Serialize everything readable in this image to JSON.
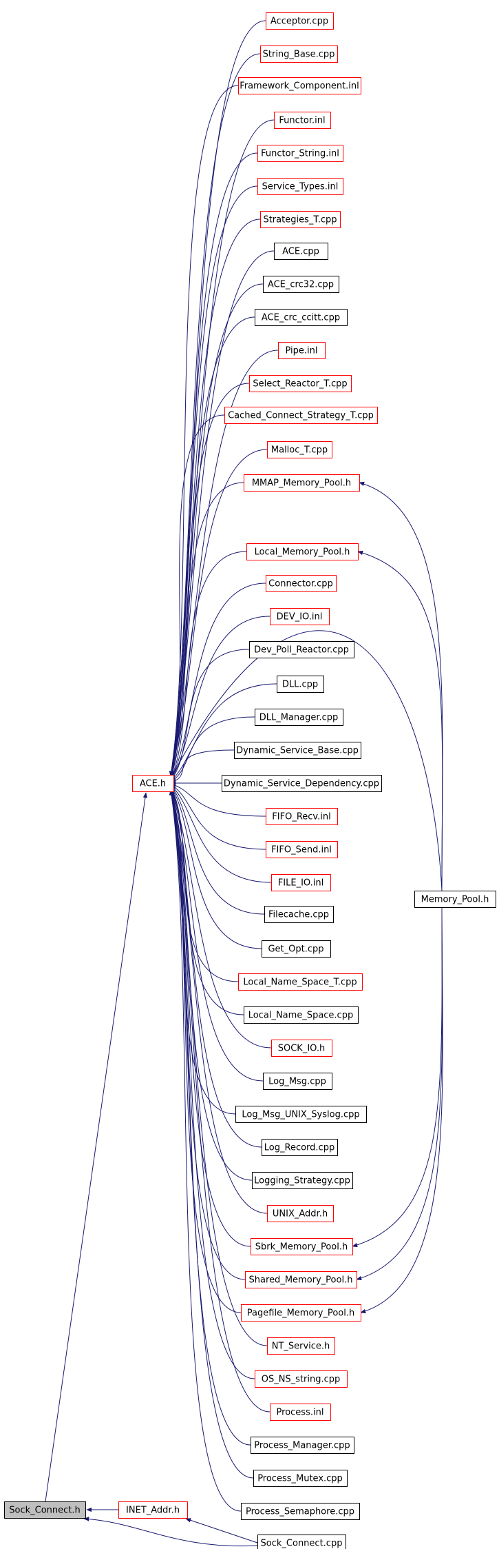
{
  "colors": {
    "background": "#ffffff",
    "edge": "#191970",
    "node_border_default": "#000000",
    "node_border_truncated": "#ff0000",
    "node_fill_default": "#ffffff",
    "node_fill_focus": "#bfbfbf"
  },
  "nodes": [
    {
      "id": "acceptor",
      "label": "Acceptor.cpp",
      "border": "red"
    },
    {
      "id": "string-base",
      "label": "String_Base.cpp",
      "border": "red"
    },
    {
      "id": "framework-component",
      "label": "Framework_Component.inl",
      "border": "red"
    },
    {
      "id": "functor",
      "label": "Functor.inl",
      "border": "red"
    },
    {
      "id": "functor-string",
      "label": "Functor_String.inl",
      "border": "red"
    },
    {
      "id": "service-types",
      "label": "Service_Types.inl",
      "border": "red"
    },
    {
      "id": "strategies-t",
      "label": "Strategies_T.cpp",
      "border": "red"
    },
    {
      "id": "ace-cpp",
      "label": "ACE.cpp",
      "border": "black"
    },
    {
      "id": "ace-crc32",
      "label": "ACE_crc32.cpp",
      "border": "black"
    },
    {
      "id": "ace-crc-ccitt",
      "label": "ACE_crc_ccitt.cpp",
      "border": "black"
    },
    {
      "id": "pipe",
      "label": "Pipe.inl",
      "border": "red"
    },
    {
      "id": "select-reactor-t",
      "label": "Select_Reactor_T.cpp",
      "border": "red"
    },
    {
      "id": "cached-connect",
      "label": "Cached_Connect_Strategy_T.cpp",
      "border": "red"
    },
    {
      "id": "malloc-t",
      "label": "Malloc_T.cpp",
      "border": "red"
    },
    {
      "id": "mmap-memory-pool",
      "label": "MMAP_Memory_Pool.h",
      "border": "red"
    },
    {
      "id": "local-memory-pool",
      "label": "Local_Memory_Pool.h",
      "border": "red"
    },
    {
      "id": "connector",
      "label": "Connector.cpp",
      "border": "red"
    },
    {
      "id": "dev-io",
      "label": "DEV_IO.inl",
      "border": "red"
    },
    {
      "id": "dev-poll-reactor",
      "label": "Dev_Poll_Reactor.cpp",
      "border": "black"
    },
    {
      "id": "dll",
      "label": "DLL.cpp",
      "border": "black"
    },
    {
      "id": "dll-manager",
      "label": "DLL_Manager.cpp",
      "border": "black"
    },
    {
      "id": "dynamic-service-base",
      "label": "Dynamic_Service_Base.cpp",
      "border": "black"
    },
    {
      "id": "ace-h",
      "label": "ACE.h",
      "border": "red"
    },
    {
      "id": "dynamic-service-dependency",
      "label": "Dynamic_Service_Dependency.cpp",
      "border": "black"
    },
    {
      "id": "fifo-recv",
      "label": "FIFO_Recv.inl",
      "border": "red"
    },
    {
      "id": "fifo-send",
      "label": "FIFO_Send.inl",
      "border": "red"
    },
    {
      "id": "file-io",
      "label": "FILE_IO.inl",
      "border": "red"
    },
    {
      "id": "filecache",
      "label": "Filecache.cpp",
      "border": "black"
    },
    {
      "id": "memory-pool",
      "label": "Memory_Pool.h",
      "border": "black"
    },
    {
      "id": "get-opt",
      "label": "Get_Opt.cpp",
      "border": "black"
    },
    {
      "id": "local-name-space-t",
      "label": "Local_Name_Space_T.cpp",
      "border": "red"
    },
    {
      "id": "local-name-space",
      "label": "Local_Name_Space.cpp",
      "border": "black"
    },
    {
      "id": "sock-io",
      "label": "SOCK_IO.h",
      "border": "red"
    },
    {
      "id": "log-msg",
      "label": "Log_Msg.cpp",
      "border": "black"
    },
    {
      "id": "log-msg-unix-syslog",
      "label": "Log_Msg_UNIX_Syslog.cpp",
      "border": "black"
    },
    {
      "id": "log-record",
      "label": "Log_Record.cpp",
      "border": "black"
    },
    {
      "id": "logging-strategy",
      "label": "Logging_Strategy.cpp",
      "border": "black"
    },
    {
      "id": "unix-addr",
      "label": "UNIX_Addr.h",
      "border": "red"
    },
    {
      "id": "sbrk-memory-pool",
      "label": "Sbrk_Memory_Pool.h",
      "border": "red"
    },
    {
      "id": "shared-memory-pool",
      "label": "Shared_Memory_Pool.h",
      "border": "red"
    },
    {
      "id": "pagefile-memory-pool",
      "label": "Pagefile_Memory_Pool.h",
      "border": "red"
    },
    {
      "id": "nt-service",
      "label": "NT_Service.h",
      "border": "red"
    },
    {
      "id": "os-ns-string",
      "label": "OS_NS_string.cpp",
      "border": "red"
    },
    {
      "id": "process-inl",
      "label": "Process.inl",
      "border": "red"
    },
    {
      "id": "process-manager",
      "label": "Process_Manager.cpp",
      "border": "black"
    },
    {
      "id": "process-mutex",
      "label": "Process_Mutex.cpp",
      "border": "black"
    },
    {
      "id": "sock-connect-h",
      "label": "Sock_Connect.h",
      "border": "black",
      "focus": true
    },
    {
      "id": "inet-addr",
      "label": "INET_Addr.h",
      "border": "red"
    },
    {
      "id": "process-semaphore",
      "label": "Process_Semaphore.cpp",
      "border": "black"
    },
    {
      "id": "sock-connect-cpp",
      "label": "Sock_Connect.cpp",
      "border": "black"
    }
  ]
}
